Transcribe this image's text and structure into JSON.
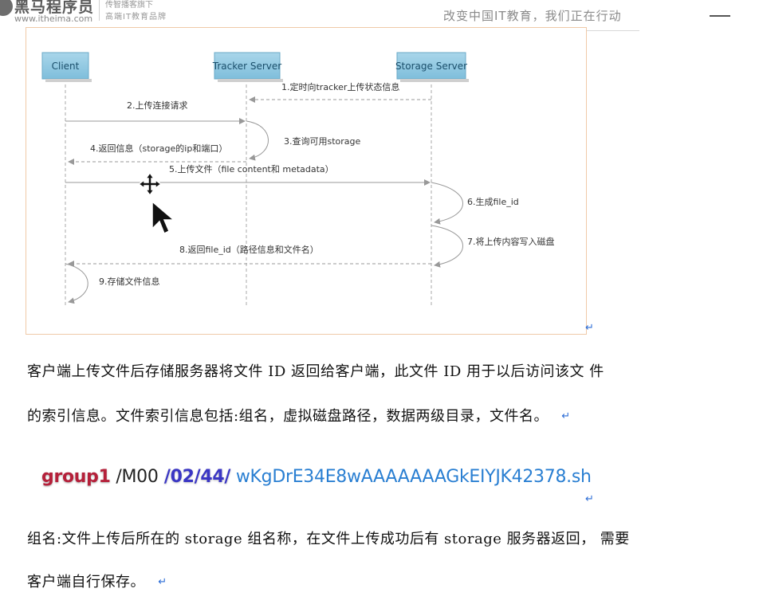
{
  "header": {
    "logo_title": "黑马程序员",
    "logo_url": "www.itheima.com",
    "tagline_1": "传智播客旗下",
    "tagline_2": "高端IT教育品牌",
    "slogan": "改变中国IT教育，我们正在行动"
  },
  "diagram": {
    "lanes": [
      "Client",
      "Tracker Server",
      "Storage Server"
    ],
    "messages": [
      "1.定时向tracker上传状态信息",
      "2.上传连接请求",
      "3.查询可用storage",
      "4.返回信息（storage的ip和端口）",
      "5.上传文件（file content和 metadata）",
      "6.生成file_id",
      "7.将上传内容写入磁盘",
      "8.返回file_id（路径信息和文件名）",
      "9.存储文件信息"
    ]
  },
  "return_mark": "↵",
  "paragraph_1": {
    "line_1": "客户端上传文件后存储服务器将文件 ID 返回给客户端，此文件 ID 用于以后访问该文 件",
    "line_2": "的索引信息。文件索引信息包括:组名，虚拟磁盘路径，数据两级目录，文件名。"
  },
  "file_path": {
    "group": "group1",
    "disk": " /M00",
    "dirs": " /02/44/",
    "filename": " wKgDrE34E8wAAAAAAAGkEIYJK42378.sh"
  },
  "paragraph_2": {
    "line_1": "组名:文件上传后所在的 storage 组名称，在文件上传成功后有 storage 服务器返回， 需要",
    "line_2": "客户端自行保存。"
  }
}
